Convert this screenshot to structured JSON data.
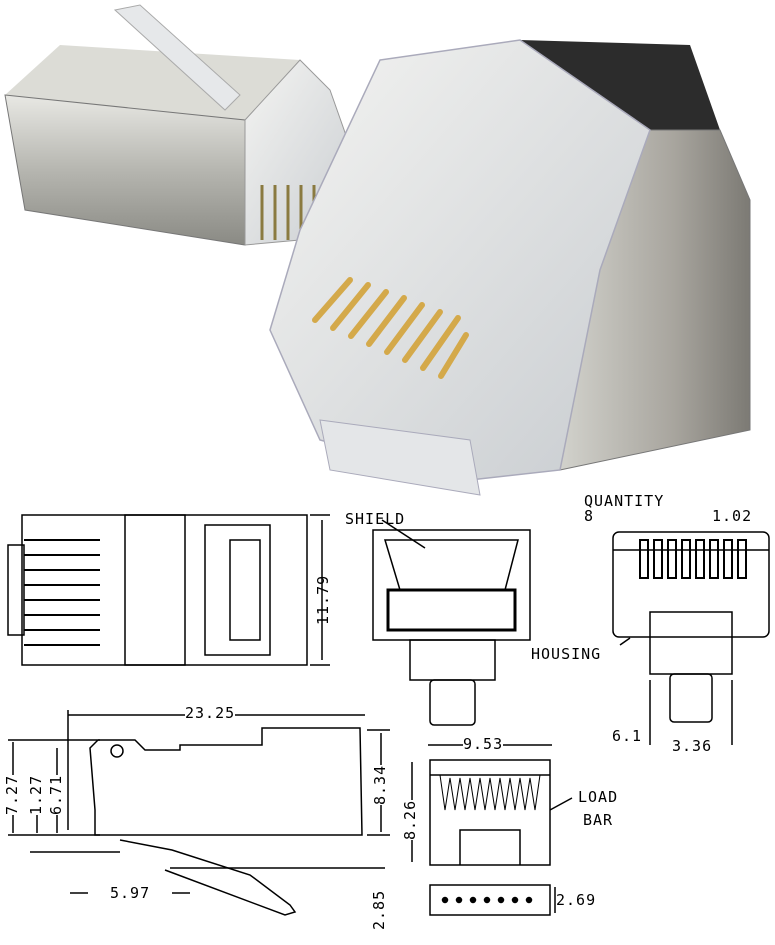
{
  "photos": {
    "small_connector": "shielded-rj45-plug-side-photo",
    "large_connector": "shielded-rj45-plug-front-photo"
  },
  "drawing": {
    "side_view": {
      "height": "11.79"
    },
    "front_view": {
      "shield_label": "SHIELD"
    },
    "end_view": {
      "quantity_label": "QUANTITY",
      "quantity_value": "8",
      "pitch": "1.02",
      "housing_label": "HOUSING",
      "dim_a": "6.1",
      "dim_b": "3.36"
    },
    "profile_view": {
      "length": "23.25",
      "h1": "7.27",
      "h2": "1.27",
      "h3": "6.71",
      "h4": "8.34",
      "latch_offset": "5.97",
      "latch_drop": "2.85"
    },
    "load_bar_view": {
      "width": "9.53",
      "height": "8.26",
      "label_line1": "LOAD",
      "label_line2": "BAR",
      "thickness": "2.69"
    }
  },
  "colors": {
    "metal": "#b8b8b4",
    "contacts": "#d4a94a",
    "line": "#000000"
  }
}
